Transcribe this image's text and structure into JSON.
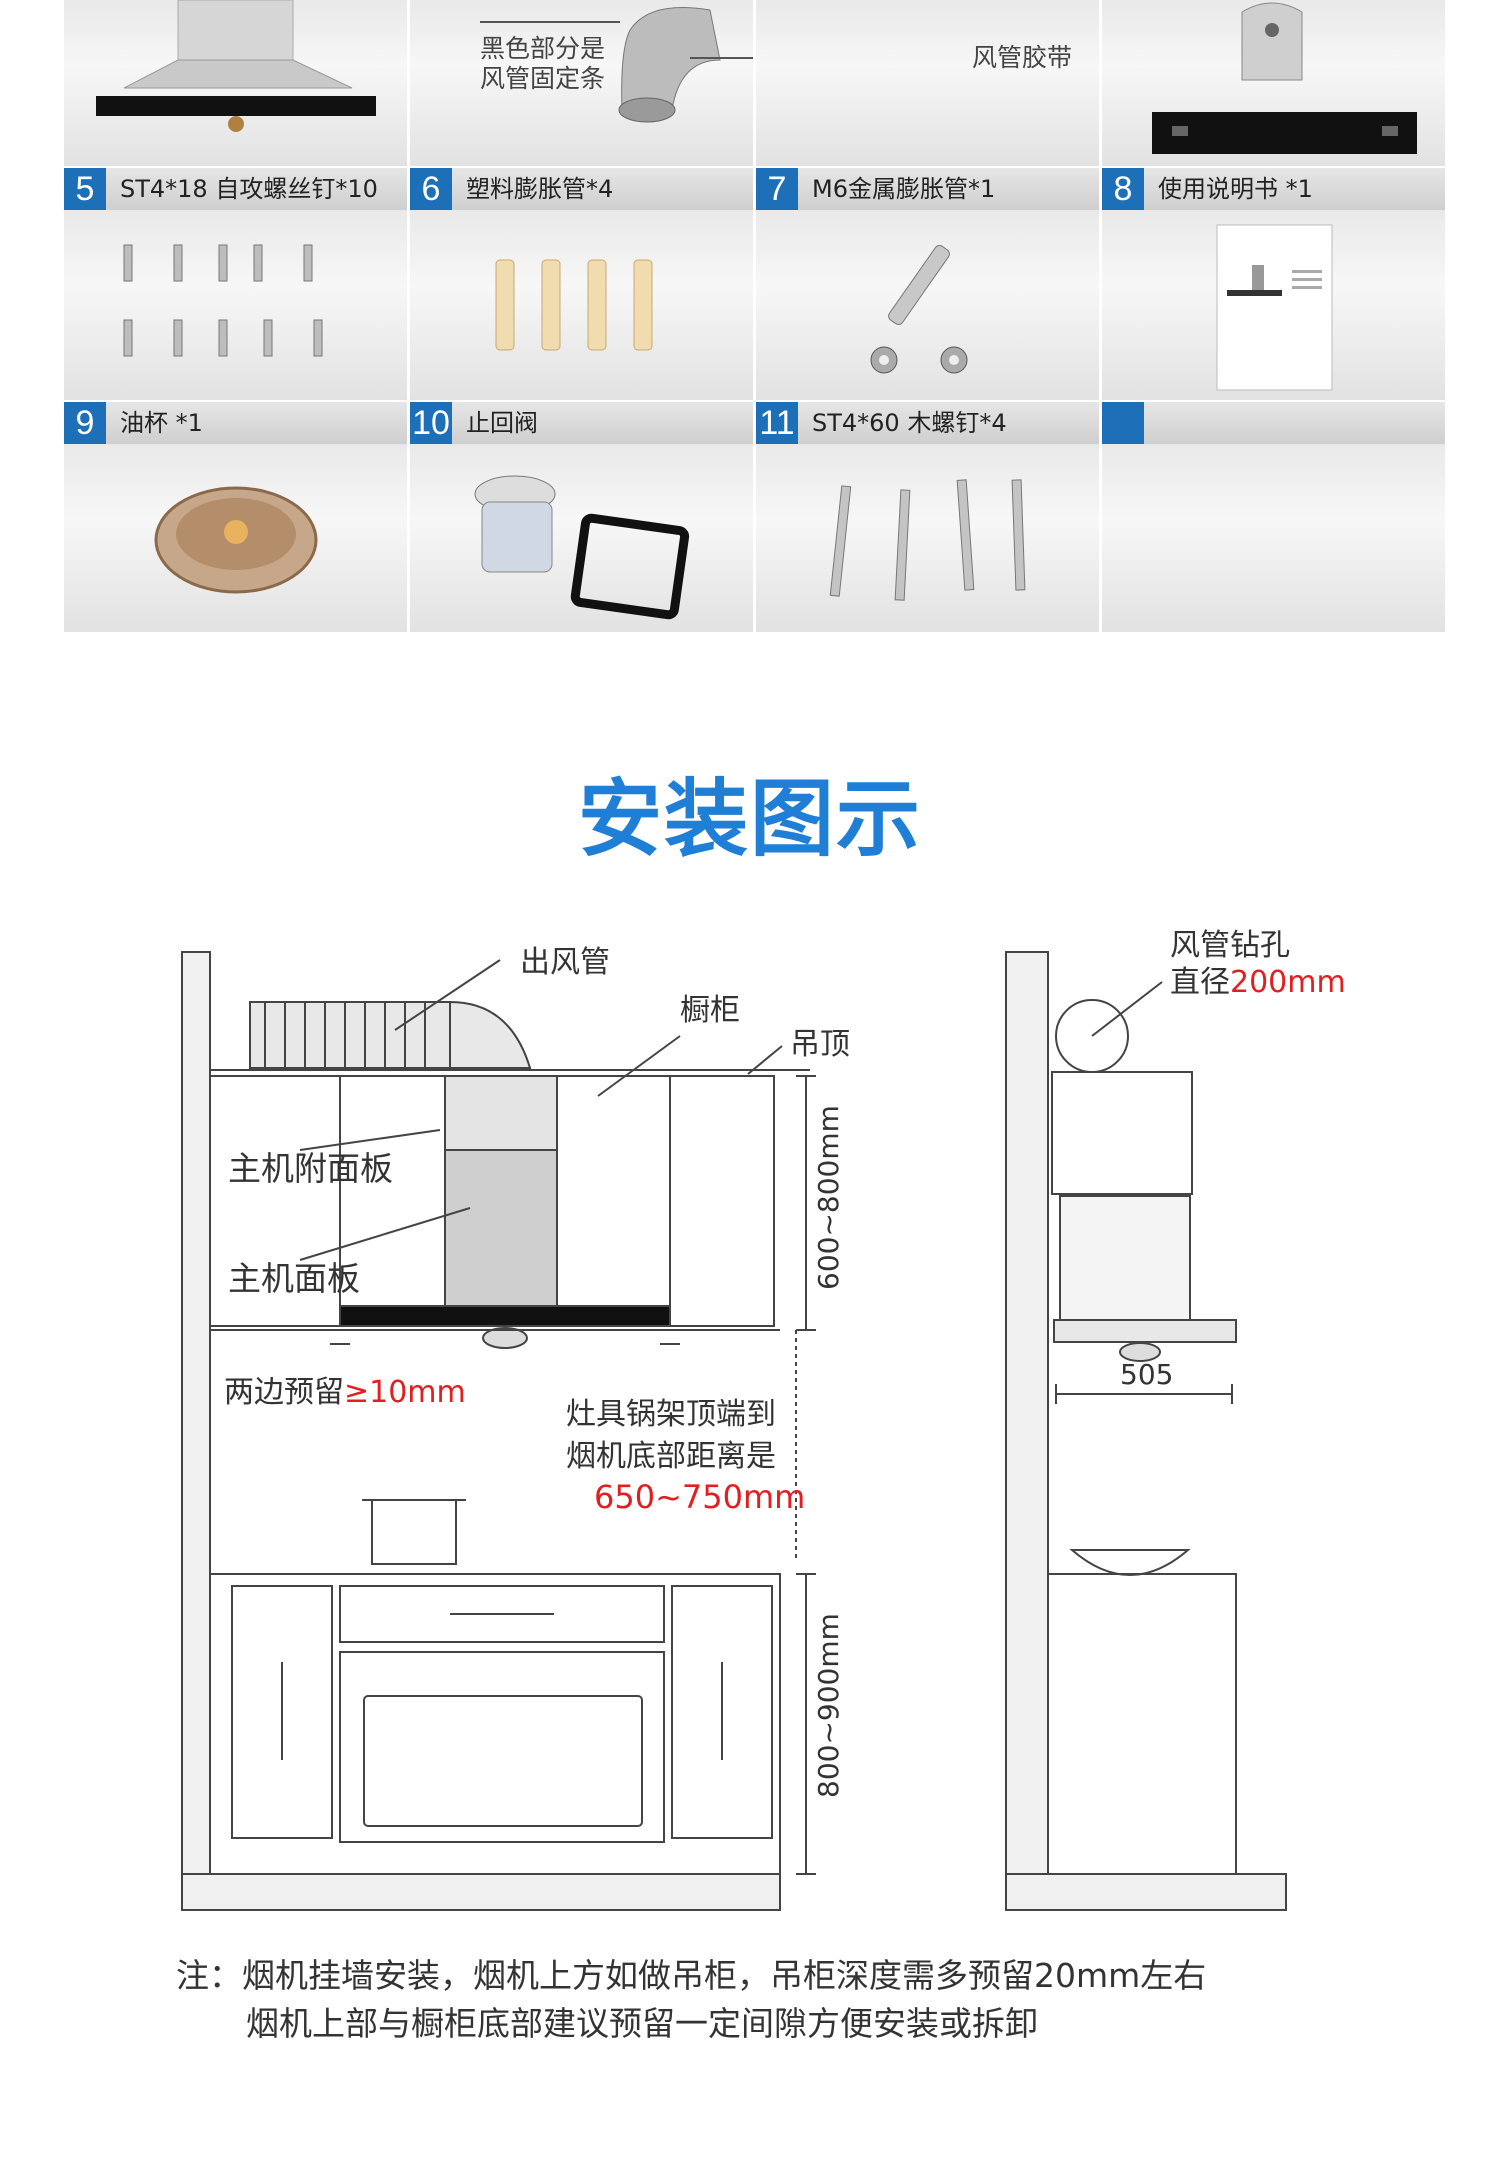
{
  "parts_grid": {
    "top_row": {
      "callout_black": "黑色部分是\n风管固定条",
      "callout_black_1": "黑色部分是",
      "callout_black_2": "风管固定条",
      "callout_tape": "风管胶带"
    },
    "items": [
      {
        "num": "5",
        "label": "ST4*18 自攻螺丝钉*10",
        "icon": "screws-icon"
      },
      {
        "num": "6",
        "label": "塑料膨胀管*4",
        "icon": "wall-anchors-icon"
      },
      {
        "num": "7",
        "label": "M6金属膨胀管*1",
        "icon": "metal-anchor-icon"
      },
      {
        "num": "8",
        "label": "使用说明书 *1",
        "icon": "manual-icon"
      },
      {
        "num": "9",
        "label": "油杯 *1",
        "icon": "oil-cup-icon"
      },
      {
        "num": "10",
        "label": "止回阀",
        "icon": "check-valve-icon"
      },
      {
        "num": "11",
        "label": "ST4*60 木螺钉*4",
        "icon": "wood-screws-icon"
      },
      {
        "num": "",
        "label": "",
        "icon": ""
      }
    ]
  },
  "section_title": "安装图示",
  "front_view": {
    "outlet_duct": "出风管",
    "cabinet": "橱柜",
    "ceiling": "吊顶",
    "aux_panel": "主机附面板",
    "main_panel": "主机面板",
    "dim_upper": "600~800mm",
    "side_gap_prefix": "两边预留",
    "side_gap_value": "≥10mm",
    "distance_line1": "灶具锅架顶端到",
    "distance_line2": "烟机底部距离是",
    "distance_value": "650~750mm",
    "dim_lower": "800~900mm"
  },
  "side_view": {
    "hole_line1": "风管钻孔",
    "hole_prefix": "直径",
    "hole_value": "200mm",
    "depth": "505"
  },
  "note": {
    "line1": "注：烟机挂墙安装，烟机上方如做吊柜，吊柜深度需多预留20mm左右",
    "line2": "烟机上部与橱柜底部建议预留一定间隙方便安装或拆卸"
  },
  "colors": {
    "accent_blue": "#1f7fd6",
    "badge_blue": "#1d6fb8",
    "highlight_red": "#e02020"
  }
}
